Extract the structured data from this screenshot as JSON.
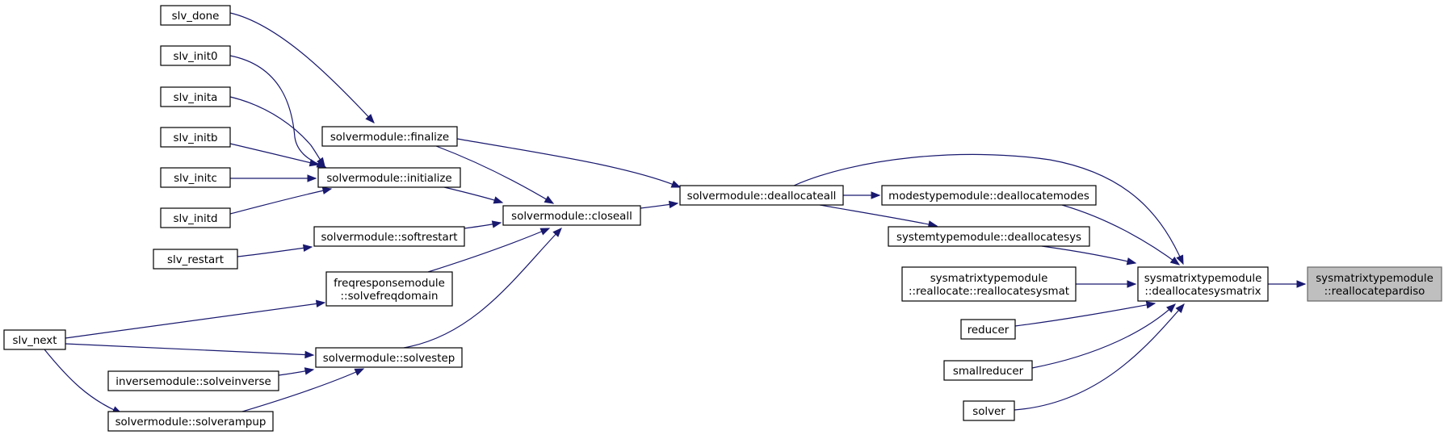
{
  "colors": {
    "edge": "#191970",
    "node_border": "#000000",
    "highlight_fill": "#bfbfbf"
  },
  "nodes": [
    {
      "id": "slv_done",
      "lines": [
        "slv_done"
      ]
    },
    {
      "id": "slv_init0",
      "lines": [
        "slv_init0"
      ]
    },
    {
      "id": "slv_inita",
      "lines": [
        "slv_inita"
      ]
    },
    {
      "id": "slv_initb",
      "lines": [
        "slv_initb"
      ]
    },
    {
      "id": "slv_initc",
      "lines": [
        "slv_initc"
      ]
    },
    {
      "id": "slv_initd",
      "lines": [
        "slv_initd"
      ]
    },
    {
      "id": "slv_restart",
      "lines": [
        "slv_restart"
      ]
    },
    {
      "id": "slv_next",
      "lines": [
        "slv_next"
      ]
    },
    {
      "id": "inverse_solveinverse",
      "lines": [
        "inversemodule::solveinverse"
      ]
    },
    {
      "id": "solver_solverampup",
      "lines": [
        "solvermodule::solverampup"
      ]
    },
    {
      "id": "solver_finalize",
      "lines": [
        "solvermodule::finalize"
      ]
    },
    {
      "id": "solver_initialize",
      "lines": [
        "solvermodule::initialize"
      ]
    },
    {
      "id": "solver_softrestart",
      "lines": [
        "solvermodule::softrestart"
      ]
    },
    {
      "id": "freq_solvefreqdomain",
      "lines": [
        "freqresponsemodule",
        "::solvefreqdomain"
      ]
    },
    {
      "id": "solver_solvestep",
      "lines": [
        "solvermodule::solvestep"
      ]
    },
    {
      "id": "solver_closeall",
      "lines": [
        "solvermodule::closeall"
      ]
    },
    {
      "id": "solver_deallocateall",
      "lines": [
        "solvermodule::deallocateall"
      ]
    },
    {
      "id": "modes_deallocatemodes",
      "lines": [
        "modestypemodule::deallocatemodes"
      ]
    },
    {
      "id": "system_deallocatesys",
      "lines": [
        "systemtypemodule::deallocatesys"
      ]
    },
    {
      "id": "sysmatrix_reallocatesysmat",
      "lines": [
        "sysmatrixtypemodule",
        "::reallocate::reallocatesysmat"
      ]
    },
    {
      "id": "reducer",
      "lines": [
        "reducer"
      ]
    },
    {
      "id": "smallreducer",
      "lines": [
        "smallreducer"
      ]
    },
    {
      "id": "solver",
      "lines": [
        "solver"
      ]
    },
    {
      "id": "sysmatrix_deallocatesysmatrix",
      "lines": [
        "sysmatrixtypemodule",
        "::deallocatesysmatrix"
      ]
    },
    {
      "id": "sysmatrix_reallocatepardiso",
      "lines": [
        "sysmatrixtypemodule",
        "::reallocatepardiso"
      ],
      "highlight": true
    }
  ],
  "edges": [
    {
      "from": "slv_done",
      "to": "solver_finalize"
    },
    {
      "from": "slv_init0",
      "to": "solver_initialize"
    },
    {
      "from": "slv_inita",
      "to": "solver_initialize"
    },
    {
      "from": "slv_initb",
      "to": "solver_initialize"
    },
    {
      "from": "slv_initc",
      "to": "solver_initialize"
    },
    {
      "from": "slv_initd",
      "to": "solver_initialize"
    },
    {
      "from": "slv_restart",
      "to": "solver_softrestart"
    },
    {
      "from": "slv_next",
      "to": "freq_solvefreqdomain"
    },
    {
      "from": "slv_next",
      "to": "solver_solvestep"
    },
    {
      "from": "slv_next",
      "to": "solver_solverampup"
    },
    {
      "from": "inverse_solveinverse",
      "to": "solver_solvestep"
    },
    {
      "from": "solver_solverampup",
      "to": "solver_solvestep"
    },
    {
      "from": "solver_finalize",
      "to": "solver_closeall"
    },
    {
      "from": "solver_finalize",
      "to": "solver_deallocateall"
    },
    {
      "from": "solver_initialize",
      "to": "solver_closeall"
    },
    {
      "from": "solver_softrestart",
      "to": "solver_closeall"
    },
    {
      "from": "freq_solvefreqdomain",
      "to": "solver_closeall"
    },
    {
      "from": "solver_solvestep",
      "to": "solver_closeall"
    },
    {
      "from": "solver_closeall",
      "to": "solver_deallocateall"
    },
    {
      "from": "solver_deallocateall",
      "to": "modes_deallocatemodes"
    },
    {
      "from": "solver_deallocateall",
      "to": "system_deallocatesys"
    },
    {
      "from": "solver_deallocateall",
      "to": "sysmatrix_deallocatesysmatrix"
    },
    {
      "from": "modes_deallocatemodes",
      "to": "sysmatrix_deallocatesysmatrix"
    },
    {
      "from": "system_deallocatesys",
      "to": "sysmatrix_deallocatesysmatrix"
    },
    {
      "from": "sysmatrix_reallocatesysmat",
      "to": "sysmatrix_deallocatesysmatrix"
    },
    {
      "from": "reducer",
      "to": "sysmatrix_deallocatesysmatrix"
    },
    {
      "from": "smallreducer",
      "to": "sysmatrix_deallocatesysmatrix"
    },
    {
      "from": "solver",
      "to": "sysmatrix_deallocatesysmatrix"
    },
    {
      "from": "sysmatrix_deallocatesysmatrix",
      "to": "sysmatrix_reallocatepardiso"
    }
  ]
}
